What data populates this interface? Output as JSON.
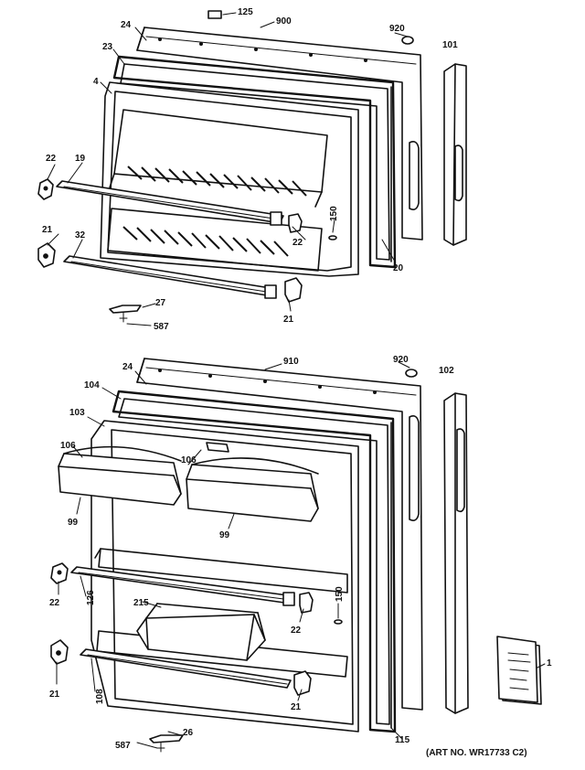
{
  "top_door_labels": {
    "l125": "125",
    "l900": "900",
    "l920": "920",
    "l101": "101",
    "l24": "24",
    "l23": "23",
    "l4": "4",
    "l22a": "22",
    "l19": "19",
    "l150": "150",
    "l22b": "22",
    "l20": "20",
    "l21a": "21",
    "l32": "32",
    "l27": "27",
    "l587": "587",
    "l21b": "21"
  },
  "bottom_door_labels": {
    "l910": "910",
    "l920": "920",
    "l102": "102",
    "l24": "24",
    "l104": "104",
    "l103": "103",
    "l106a": "106",
    "l106b": "106",
    "l99a": "99",
    "l99b": "99",
    "l22a": "22",
    "l126": "126",
    "l215": "215",
    "l150": "150",
    "l22b": "22",
    "l21a": "21",
    "l108": "108",
    "l21b": "21",
    "l115": "115",
    "l587": "587",
    "l26": "26",
    "l1": "1"
  },
  "art_number": "(ART NO. WR17733 C2)"
}
